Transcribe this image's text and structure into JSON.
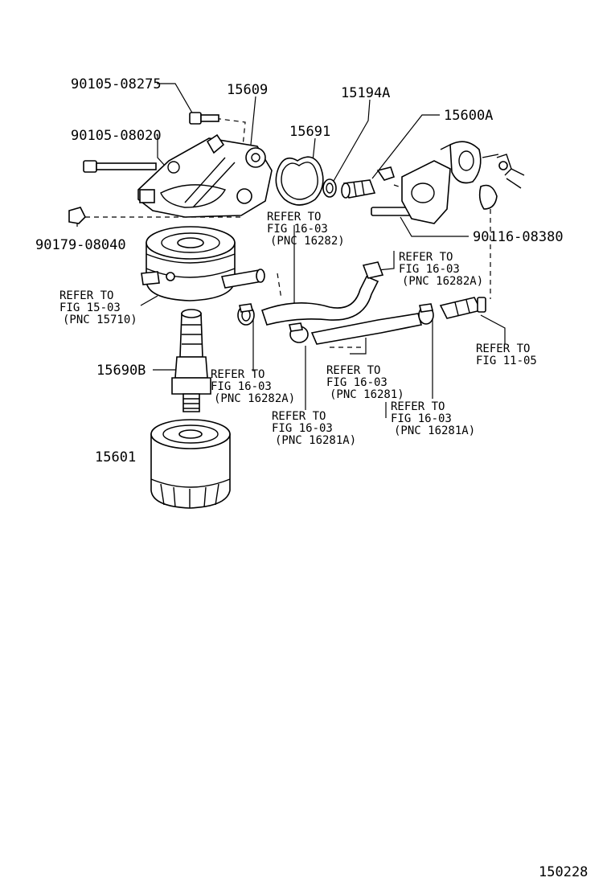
{
  "part_numbers": {
    "bolt_a": "90105-08275",
    "bolt_b": "90105-08020",
    "plug": "90179-08040",
    "stud": "90116-08380",
    "bracket": "15609",
    "gasket": "15691",
    "oring": "15194A",
    "pipe": "15600A",
    "union": "15690B",
    "filter": "15601"
  },
  "references": {
    "r1": [
      "REFER TO",
      "FIG 16-03",
      "(PNC 16282)"
    ],
    "r2": [
      "REFER TO",
      "FIG 16-03",
      "(PNC 16282A)"
    ],
    "r3": [
      "REFER TO",
      "FIG 15-03",
      "(PNC 15710)"
    ],
    "r4": [
      "REFER TO",
      "FIG 11-05"
    ],
    "r5": [
      "REFER TO",
      "FIG 16-03",
      "(PNC 16282A)"
    ],
    "r6": [
      "REFER TO",
      "FIG 16-03",
      "(PNC 16281)"
    ],
    "r7": [
      "REFER TO",
      "FIG 16-03",
      "(PNC 16281A)"
    ],
    "r8": [
      "REFER TO",
      "FIG 16-03",
      "(PNC 16281A)"
    ]
  },
  "figure_number": "150228"
}
